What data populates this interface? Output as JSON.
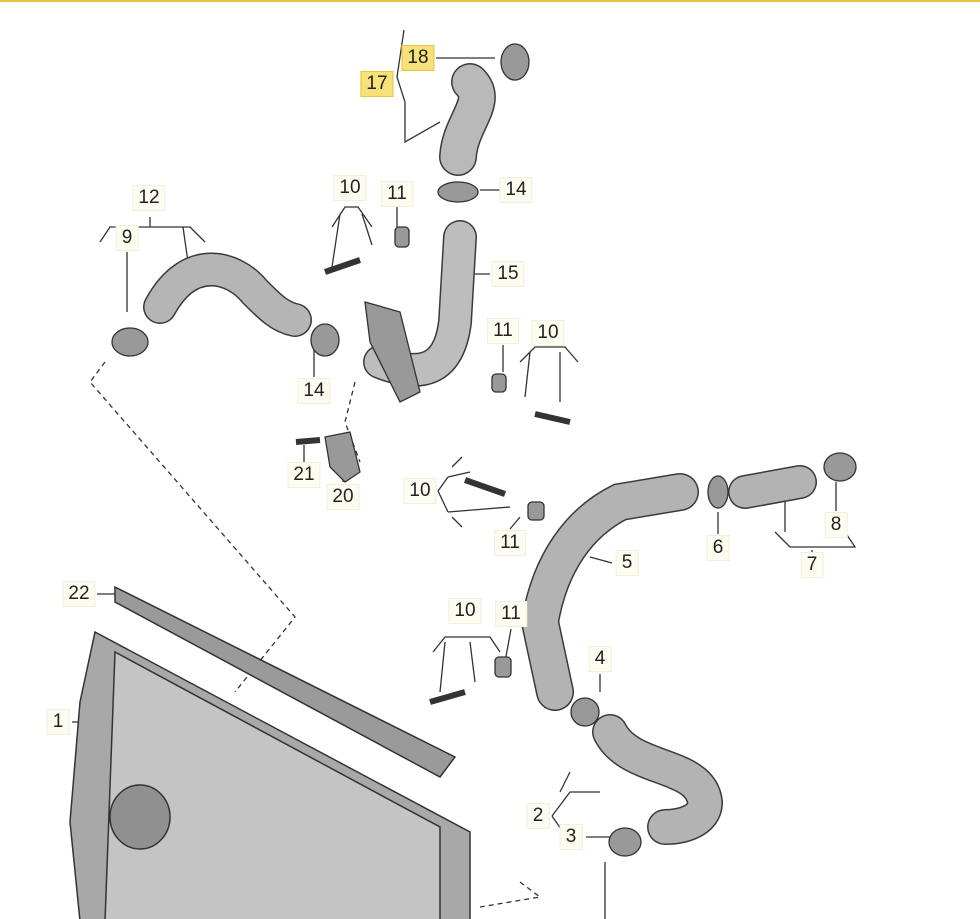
{
  "diagram": {
    "title": "Charge air system parts diagram",
    "accent_color": "#f7e27a",
    "callouts": [
      {
        "id": "c18",
        "text": "18",
        "highlighted": true
      },
      {
        "id": "c17",
        "text": "17",
        "highlighted": true
      },
      {
        "id": "c10a",
        "text": "10",
        "highlighted": false
      },
      {
        "id": "c11a",
        "text": "11",
        "highlighted": false
      },
      {
        "id": "c14a",
        "text": "14",
        "highlighted": false
      },
      {
        "id": "c12",
        "text": "12",
        "highlighted": false
      },
      {
        "id": "c9",
        "text": "9",
        "highlighted": false
      },
      {
        "id": "c15",
        "text": "15",
        "highlighted": false
      },
      {
        "id": "c11b",
        "text": "11",
        "highlighted": false
      },
      {
        "id": "c10b",
        "text": "10",
        "highlighted": false
      },
      {
        "id": "c14b",
        "text": "14",
        "highlighted": false
      },
      {
        "id": "c21",
        "text": "21",
        "highlighted": false
      },
      {
        "id": "c20",
        "text": "20",
        "highlighted": false
      },
      {
        "id": "c10c",
        "text": "10",
        "highlighted": false
      },
      {
        "id": "c11c",
        "text": "11",
        "highlighted": false
      },
      {
        "id": "c5",
        "text": "5",
        "highlighted": false
      },
      {
        "id": "c6",
        "text": "6",
        "highlighted": false
      },
      {
        "id": "c8",
        "text": "8",
        "highlighted": false
      },
      {
        "id": "c7",
        "text": "7",
        "highlighted": false
      },
      {
        "id": "c22",
        "text": "22",
        "highlighted": false
      },
      {
        "id": "c10d",
        "text": "10",
        "highlighted": false
      },
      {
        "id": "c11d",
        "text": "11",
        "highlighted": false
      },
      {
        "id": "c4",
        "text": "4",
        "highlighted": false
      },
      {
        "id": "c1",
        "text": "1",
        "highlighted": false
      },
      {
        "id": "c2",
        "text": "2",
        "highlighted": false
      },
      {
        "id": "c3",
        "text": "3",
        "highlighted": false
      }
    ]
  }
}
